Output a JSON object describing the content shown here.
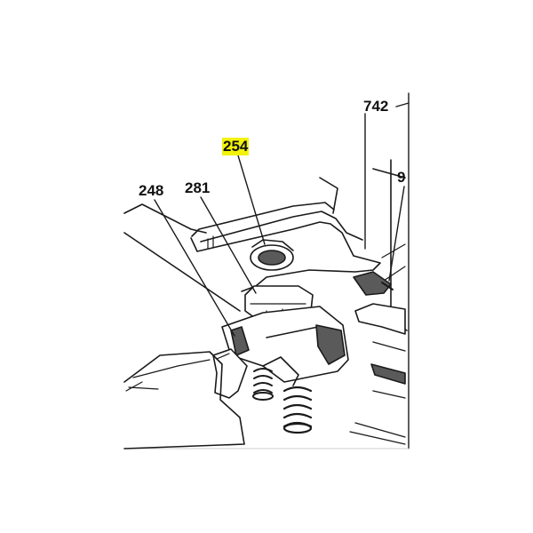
{
  "callouts": {
    "part_742": "742",
    "part_254": "254",
    "part_248": "248",
    "part_281": "281",
    "part_9x": "9"
  },
  "colors": {
    "highlight": "#f2f20a",
    "line": "#1a1a1a",
    "shade": "#5a5a5a",
    "background": "#ffffff"
  }
}
